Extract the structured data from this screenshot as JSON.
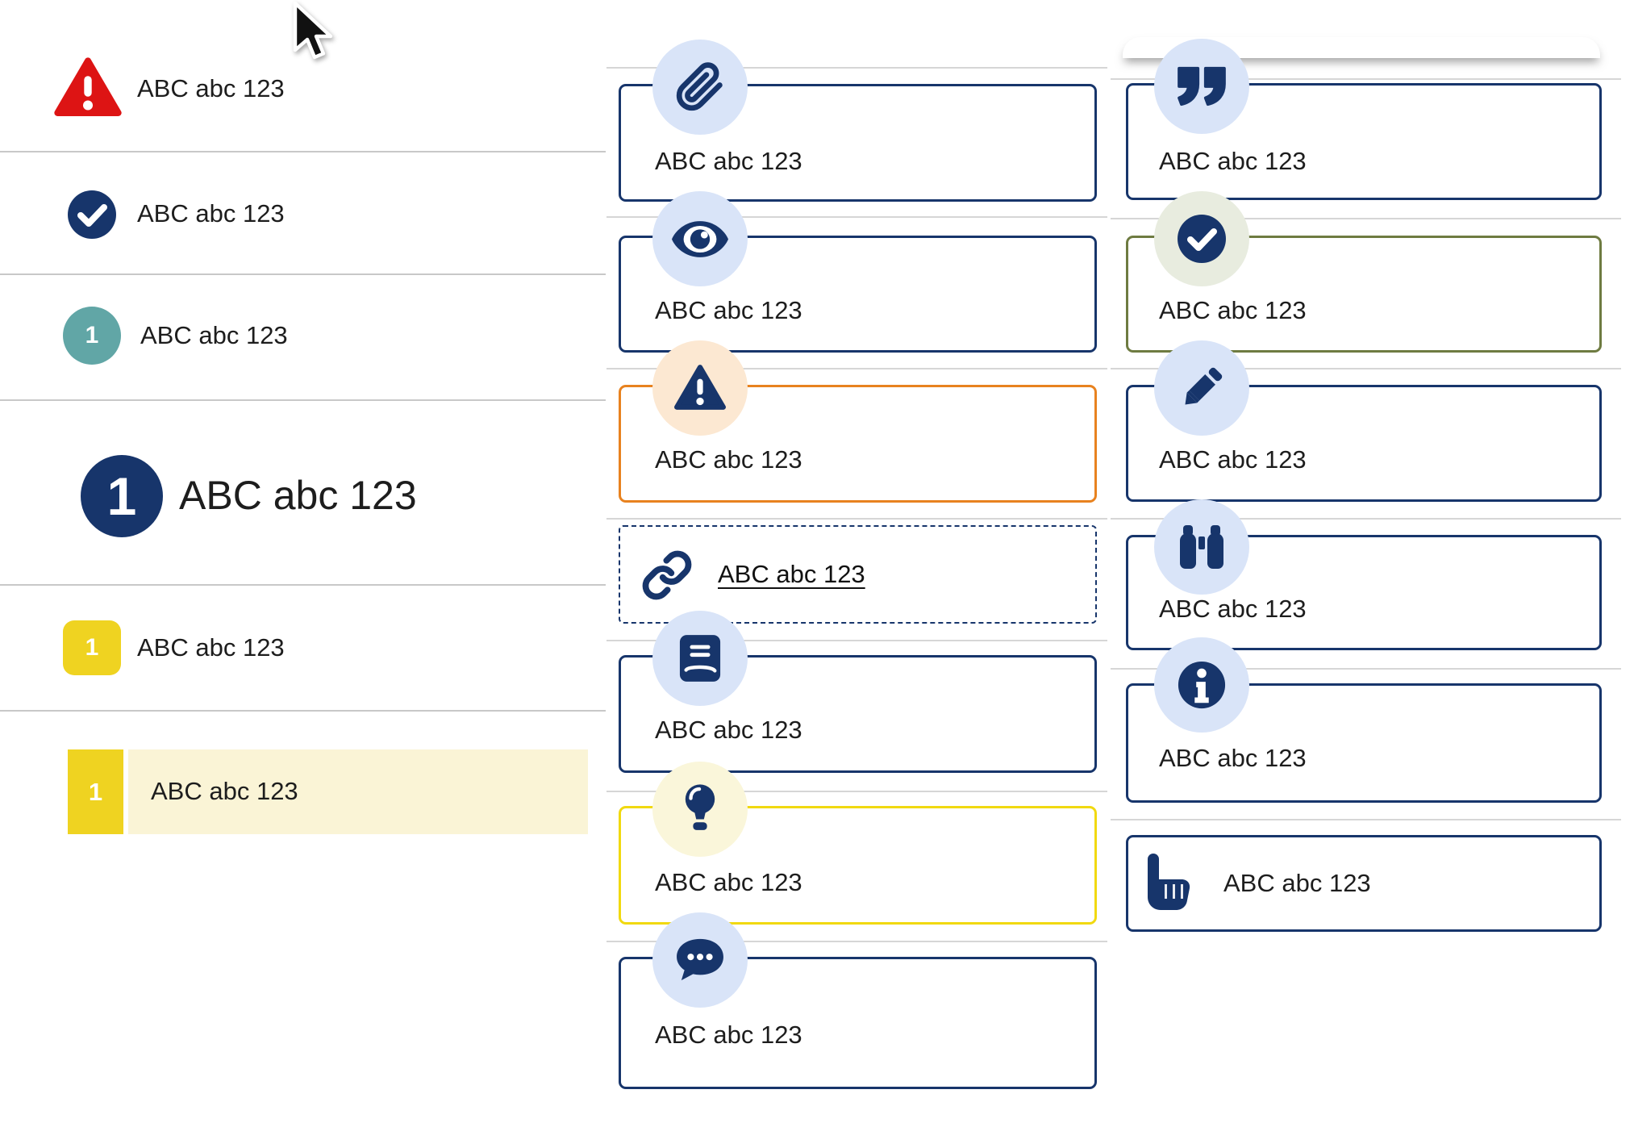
{
  "colors": {
    "navy": "#17356b",
    "red": "#dd1414",
    "teal": "#61a6a6",
    "yellow_badge": "#efd321",
    "yellow_border": "#f1d910",
    "pale_yellow_band": "#faf4d6",
    "pale_yellow_circle": "#faf6da",
    "orange_border": "#e8821f",
    "olive_border": "#6e7b41",
    "light_blue_circle": "#d9e4f8",
    "pale_green_circle": "#e8ecdf",
    "pale_peach_circle": "#fce8d2",
    "divider_gray": "#c8c8c8",
    "text": "#1d1d1d"
  },
  "cursor": {
    "type": "arrow-pointer"
  },
  "left": {
    "items": [
      {
        "icon": "warning-triangle-icon",
        "label": "ABC abc 123"
      },
      {
        "icon": "check-circle-icon",
        "label": "ABC abc 123"
      },
      {
        "icon": "teal-number-badge",
        "badge": "1",
        "label": "ABC abc 123"
      },
      {
        "icon": "large-navy-number-badge",
        "badge": "1",
        "label": "ABC abc 123"
      },
      {
        "icon": "yellow-square-number-badge",
        "badge": "1",
        "label": "ABC abc 123"
      },
      {
        "icon": "yellow-bar-number-badge",
        "badge": "1",
        "label": "ABC abc 123",
        "highlighted": true
      }
    ]
  },
  "middle": {
    "callouts": [
      {
        "icon": "paperclip-icon",
        "variant": "navy",
        "label": "ABC abc 123"
      },
      {
        "icon": "eye-icon",
        "variant": "navy",
        "label": "ABC abc 123"
      },
      {
        "icon": "warning-triangle-icon",
        "variant": "orange",
        "label": "ABC abc 123"
      },
      {
        "icon": "link-icon",
        "variant": "dashed",
        "label": "ABC abc 123",
        "is_link": true
      },
      {
        "icon": "book-icon",
        "variant": "navy",
        "label": "ABC abc 123"
      },
      {
        "icon": "lightbulb-icon",
        "variant": "yellow",
        "label": "ABC abc 123"
      },
      {
        "icon": "comment-dots-icon",
        "variant": "navy",
        "label": "ABC abc 123"
      }
    ]
  },
  "right": {
    "callouts": [
      {
        "icon": "quote-icon",
        "variant": "navy",
        "label": "ABC abc 123"
      },
      {
        "icon": "check-circle-icon",
        "variant": "olive",
        "label": "ABC abc 123"
      },
      {
        "icon": "pencil-icon",
        "variant": "navy",
        "label": "ABC abc 123"
      },
      {
        "icon": "binoculars-icon",
        "variant": "navy",
        "label": "ABC abc 123"
      },
      {
        "icon": "info-circle-icon",
        "variant": "navy",
        "label": "ABC abc 123"
      },
      {
        "icon": "hand-pointer-icon",
        "variant": "navy",
        "label": "ABC abc 123"
      }
    ]
  }
}
